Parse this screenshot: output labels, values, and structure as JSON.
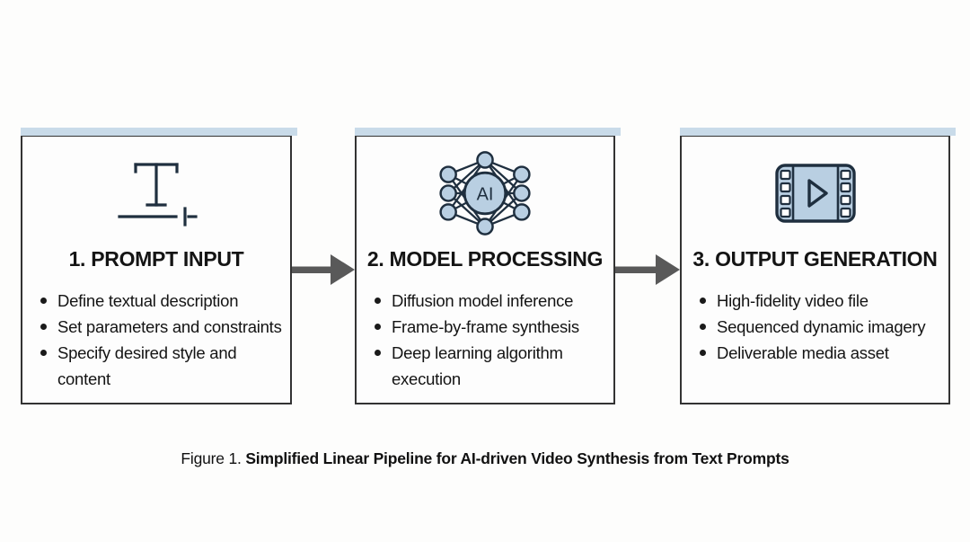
{
  "figure": {
    "caption_prefix": "Figure 1.",
    "caption_bold": "Simplified Linear Pipeline for AI-driven Video Synthesis from Text Prompts"
  },
  "colors": {
    "background": "#fdfdfc",
    "box_border": "#333333",
    "accent_bar": "#c9dbe9",
    "arrow": "#595959",
    "icon_stroke": "#1f2f3f",
    "icon_fill": "#b9cfe2",
    "text": "#141414"
  },
  "steps": [
    {
      "icon": "text-input-icon",
      "title": "1. PROMPT INPUT",
      "bullets": [
        "Define textual description",
        "Set parameters and constraints",
        "Specify desired style and content"
      ]
    },
    {
      "icon": "ai-network-icon",
      "title": "2. MODEL PROCESSING",
      "bullets": [
        "Diffusion model inference",
        "Frame-by-frame synthesis",
        "Deep learning algorithm execution"
      ]
    },
    {
      "icon": "video-film-icon",
      "title": "3. OUTPUT GENERATION",
      "bullets": [
        "High-fidelity video file",
        "Sequenced dynamic imagery",
        "Deliverable media asset"
      ]
    }
  ],
  "ai_icon_label": "AI"
}
